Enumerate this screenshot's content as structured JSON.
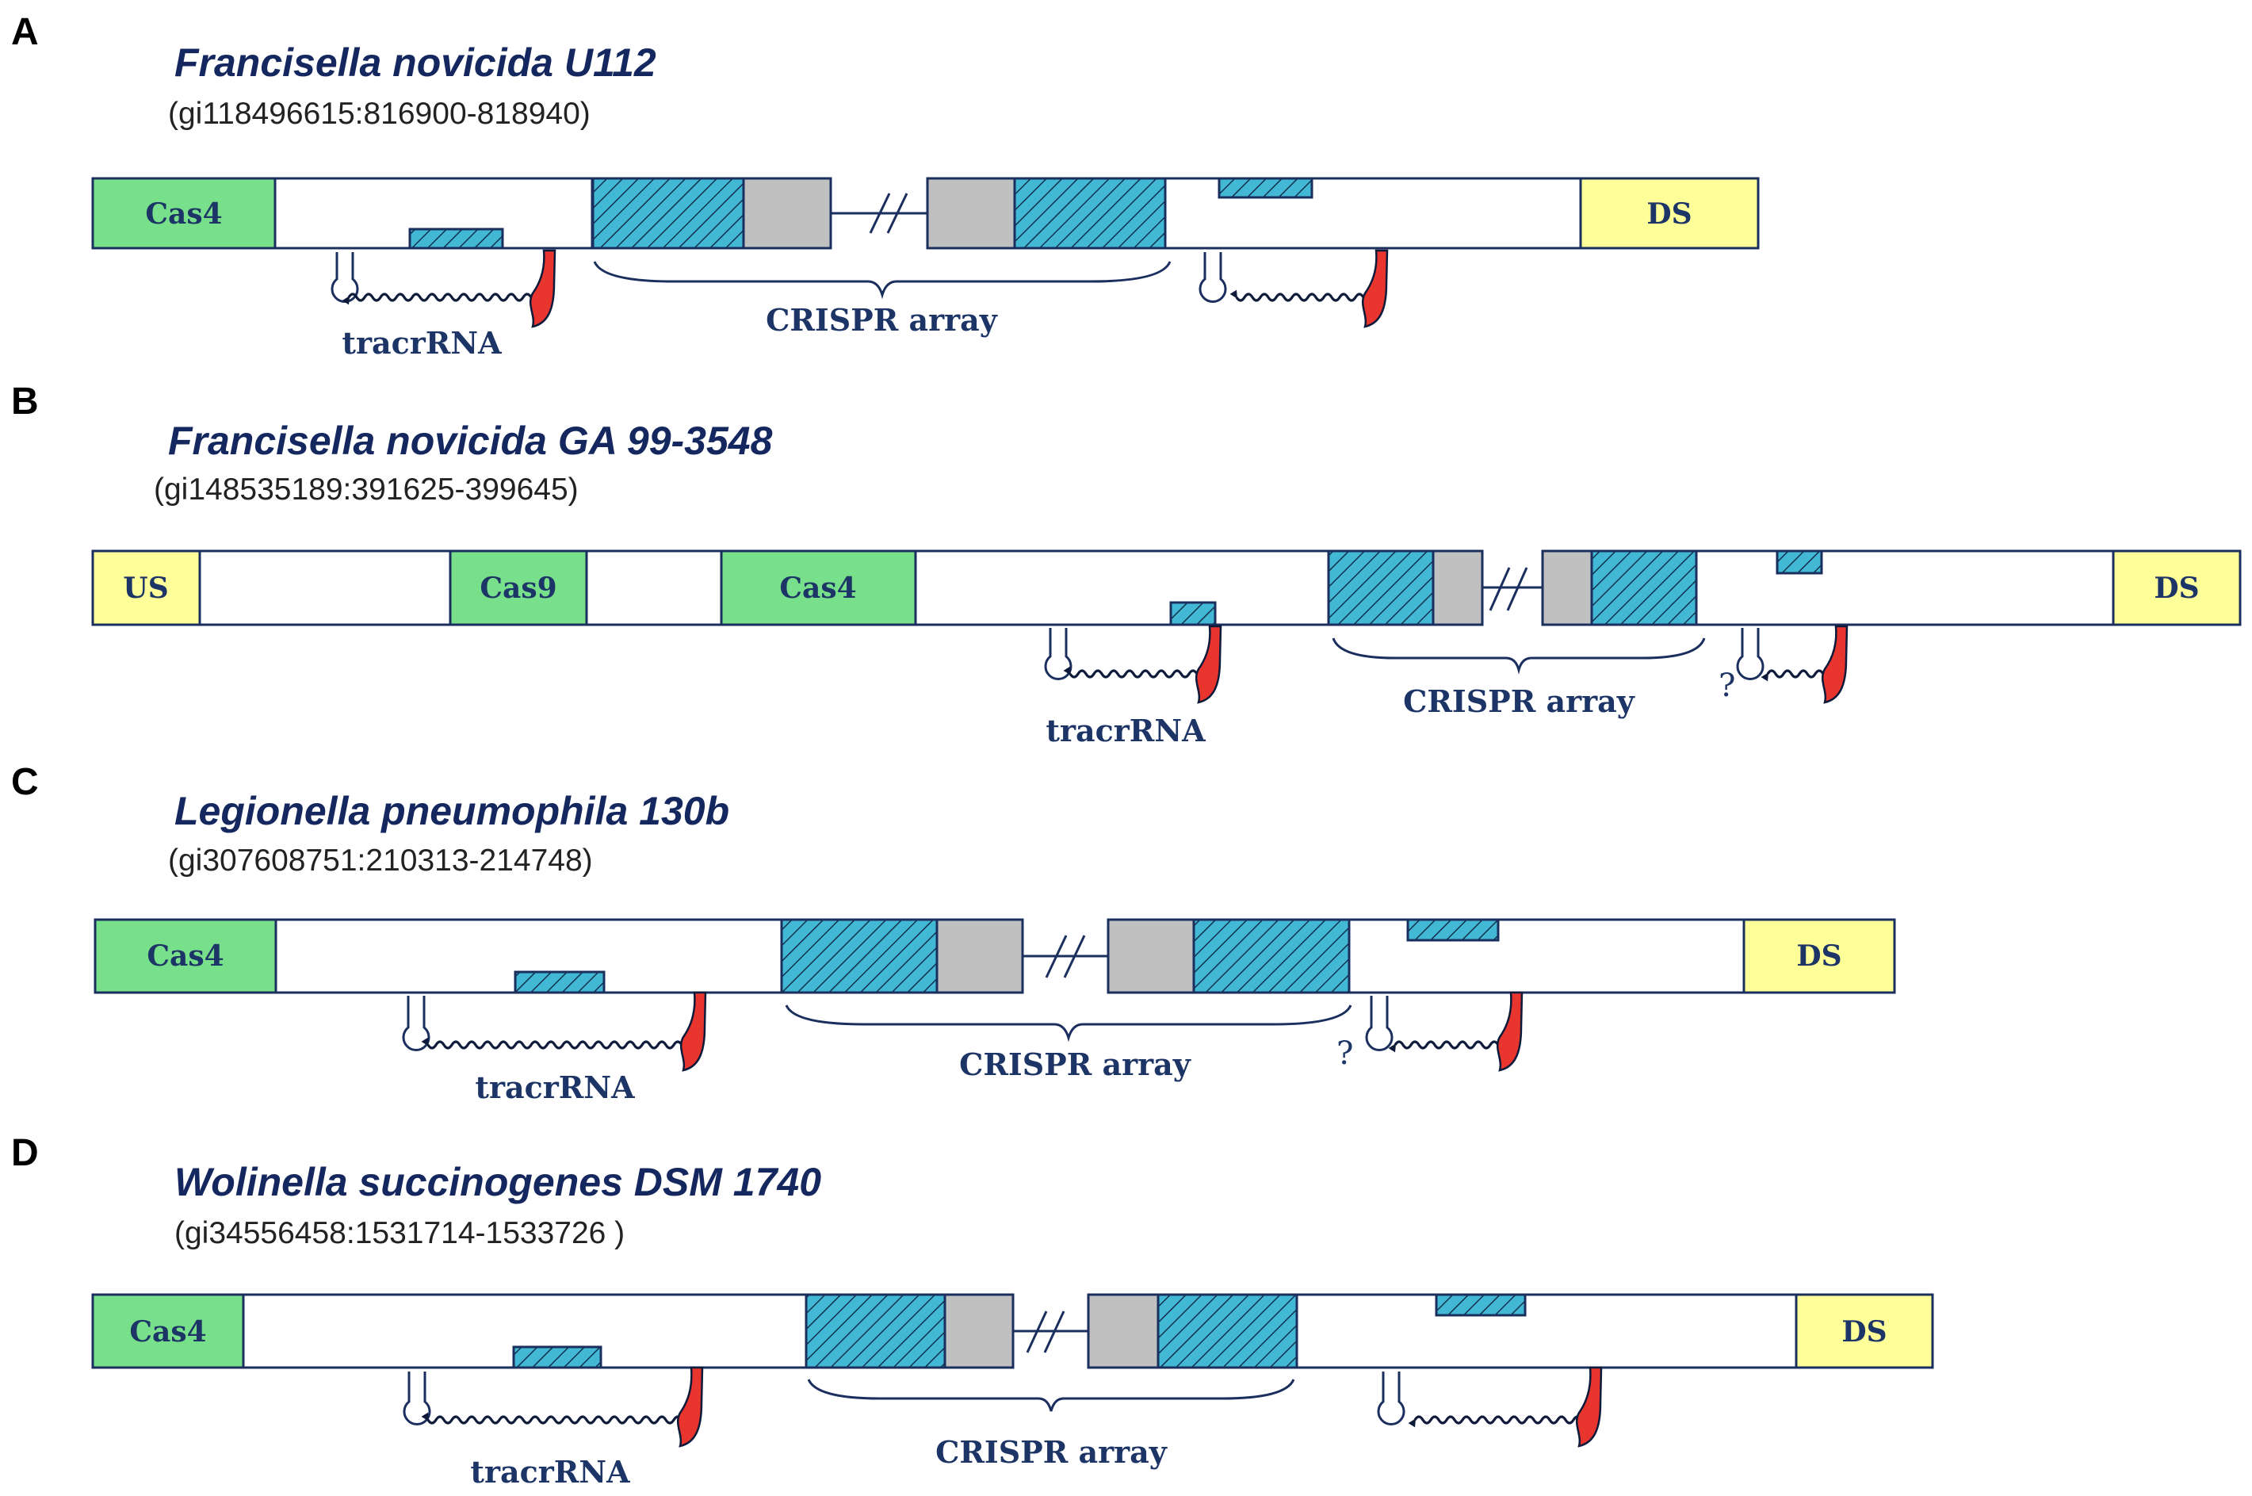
{
  "colors": {
    "cas": "#78e08a",
    "flank": "#ffff99",
    "repeat_hatch_bg": "#42b8d4",
    "hatch_line": "#123050",
    "spacer": "#c0c0c0",
    "line": "#1b2f5e",
    "terminator": "#e8352e",
    "species_text": "#14275e",
    "diagram_text": "#1d3566"
  },
  "panels": [
    {
      "label": "A",
      "species": "Francisella novicida U112",
      "accession": "(gi118496615:816900-818940)",
      "genes": [
        "Cas4",
        "DS"
      ],
      "crispr_label": "CRISPR array",
      "tracr_label": "tracrRNA",
      "question_marks": []
    },
    {
      "label": "B",
      "species": "Francisella novicida GA 99-3548",
      "accession": "(gi148535189:391625-399645)",
      "genes": [
        "US",
        "Cas9",
        "Cas4",
        "DS"
      ],
      "crispr_label": "CRISPR array",
      "tracr_label": "tracrRNA",
      "question_marks": [
        "?"
      ]
    },
    {
      "label": "C",
      "species": "Legionella pneumophila 130b",
      "accession": "(gi307608751:210313-214748)",
      "genes": [
        "Cas4",
        "DS"
      ],
      "crispr_label": "CRISPR array",
      "tracr_label": "tracrRNA",
      "question_marks": [
        "?"
      ]
    },
    {
      "label": "D",
      "species": "Wolinella succinogenes DSM 1740",
      "accession": "(gi34556458:1531714-1533726 )",
      "genes": [
        "Cas4",
        "DS"
      ],
      "crispr_label": "CRISPR array",
      "tracr_label": "tracrRNA",
      "question_marks": []
    }
  ]
}
